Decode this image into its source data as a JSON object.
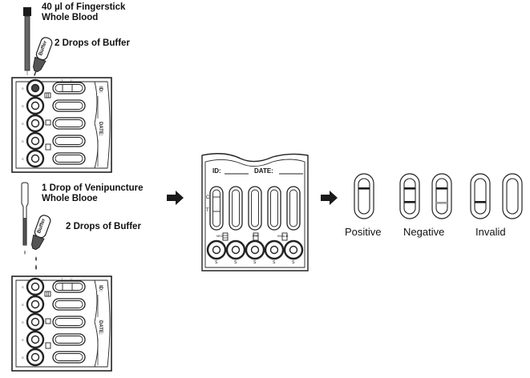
{
  "step1": {
    "sample_label_line1": "40 µl of Fingerstick",
    "sample_label_line2": "Whole Blood",
    "buffer_label": "2 Drops of Buffer",
    "bottle_text": "Buffer"
  },
  "step2": {
    "sample_label_line1": "1 Drop of Venipuncture",
    "sample_label_line2": "Whole Blooe",
    "buffer_label": "2 Drops of Buffer",
    "bottle_text": "Buffer"
  },
  "left_cassette": {
    "id_label": "ID:",
    "date_label": "DATE:",
    "strip_marks": [
      "T",
      "C"
    ],
    "well_label": "S"
  },
  "center_cassette": {
    "id_label": "ID:",
    "date_label": "DATE:",
    "c_label": "C",
    "t_label": "T",
    "well_labels": [
      "S",
      "S",
      "S",
      "S",
      "S"
    ],
    "indicator_labels": [
      "NEG",
      "POS",
      "INVALID"
    ]
  },
  "results": [
    {
      "label": "Positive",
      "strips": [
        {
          "lines": [
            "C"
          ]
        }
      ]
    },
    {
      "label": "Negative",
      "strips": [
        {
          "lines": [
            "C",
            "T"
          ]
        },
        {
          "lines": [
            "C",
            "T-faint"
          ]
        }
      ]
    },
    {
      "label": "Invalid",
      "strips": [
        {
          "lines": [
            "T"
          ]
        },
        {
          "lines": []
        }
      ]
    }
  ],
  "colors": {
    "ink": "#1a1a1a",
    "gray": "#555555",
    "faint": "#999999",
    "background": "#ffffff"
  }
}
